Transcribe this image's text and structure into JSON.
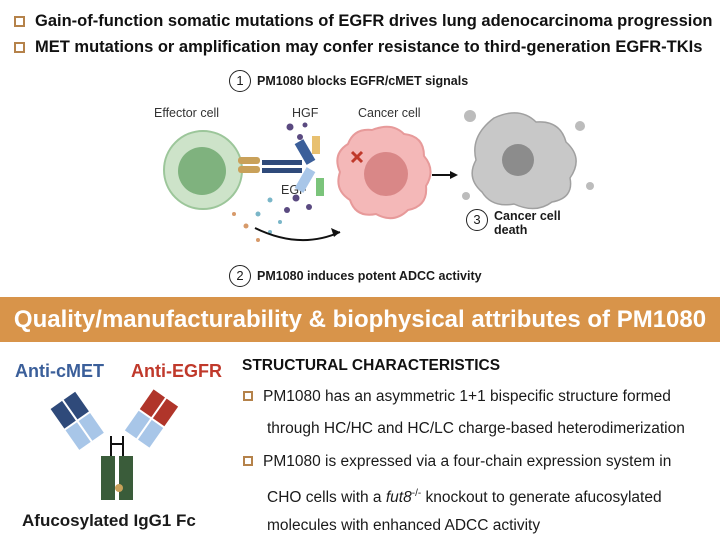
{
  "header": {
    "bullets": [
      "Gain-of-function somatic mutations of EGFR drives lung adenocarcinoma progression",
      "MET mutations or amplification may confer resistance to third-generation EGFR-TKIs"
    ]
  },
  "mechanism": {
    "steps": [
      {
        "num": "1",
        "text": "PM1080 blocks EGFR/cMET signals"
      },
      {
        "num": "2",
        "text": "PM1080 induces potent ADCC activity"
      },
      {
        "num": "3",
        "text_line1": "Cancer cell",
        "text_line2": "death"
      }
    ],
    "labels": {
      "effector": "Effector cell",
      "hgf": "HGF",
      "cancer": "Cancer cell",
      "egf": "EGF"
    }
  },
  "banner": {
    "text": "Quality/manufacturability & biophysical attributes of PM1080"
  },
  "antibody": {
    "anti_cmet": "Anti-cMET",
    "anti_egfr": "Anti-EGFR",
    "fc_label": "Afucosylated IgG1 Fc"
  },
  "structure": {
    "title": "STRUCTURAL CHARACTERISTICS",
    "p1_line1": "PM1080 has an asymmetric 1+1 bispecific structure formed",
    "p1_line2": "through HC/HC and HC/LC charge-based heterodimerization",
    "p2_line1": "PM1080 is expressed via a four-chain expression system in",
    "p2_pre": "CHO cells with a ",
    "p2_gene": "fut8",
    "p2_sup": "-/-",
    "p2_post": " knockout to generate afucosylated",
    "p2_line3": "molecules with enhanced ADCC activity"
  },
  "colors": {
    "banner": "#d8944a",
    "bullet_box": "#b5824a",
    "anti_cmet": "#3b5f9a",
    "anti_egfr": "#c0392b",
    "effector_outer": "#cde3c9",
    "effector_inner": "#7fb27e",
    "cancer_outer": "#f4b8b8",
    "cancer_inner": "#d98787"
  }
}
